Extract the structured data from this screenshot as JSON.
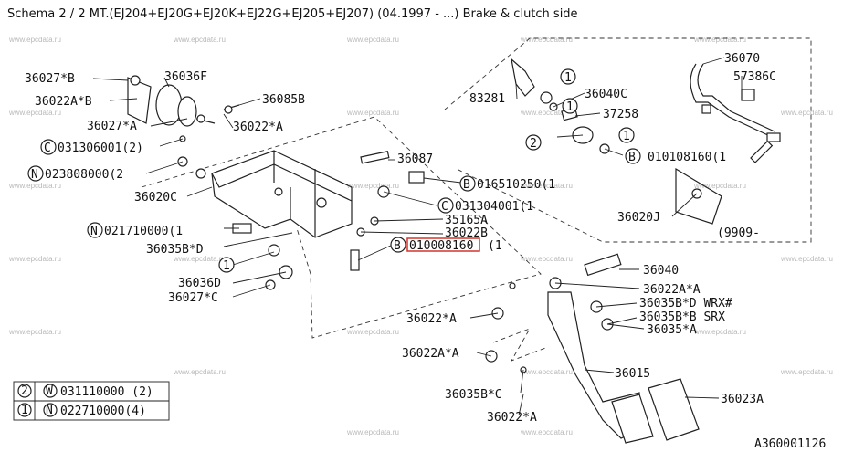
{
  "title": "Schema 2 / 2 MT.(EJ204+EJ20G+EJ20K+EJ22G+EJ205+EJ207) (04.1997 - ...) Brake & clutch side",
  "watermark": "www.epcdata.ru",
  "labels": {
    "l36027B": "36027*B",
    "l36036F": "36036F",
    "l36022AB": "36022A*B",
    "l36085B": "36085B",
    "l36027A": "36027*A",
    "l36022A_top": "36022*A",
    "l031306001": "031306001(2)",
    "l023808000": "023808000(2",
    "l36087": "36087",
    "l016510250": "016510250(1",
    "l36020C": "36020C",
    "l031304001": "031304001(1",
    "l021710000": "021710000(1",
    "l35165A": "35165A",
    "l36022B": "36022B",
    "l36035BD": "36035B*D",
    "l010008160": "010008160",
    "l010008160_q": "(1",
    "l36036D": "36036D",
    "l36027C": "36027*C",
    "l36040": "36040",
    "l36022AA_r": "36022A*A",
    "l36035BD_wrx": "36035B*D WRX#",
    "l36035BB_srx": "36035B*B SRX",
    "l36035A": "36035*A",
    "l36022A_mid": "36022*A",
    "l36022AA_mid": "36022A*A",
    "l36015": "36015",
    "l36035BC": "36035B*C",
    "l36023A": "36023A",
    "l36022A_bot": "36022*A",
    "l83281": "83281",
    "l36040C": "36040C",
    "l37258": "37258",
    "l010108160": "010108160(1",
    "l36020J": "36020J",
    "l9909": "(9909-",
    "l36070": "36070",
    "l57386C": "57386C",
    "figure_id": "A360001126"
  },
  "callouts": {
    "c1": "1",
    "c2": "2",
    "b": "B",
    "c": "C",
    "n": "N"
  },
  "legend": [
    {
      "index": "2",
      "prefix": "W",
      "text": "031110000 (2)"
    },
    {
      "index": "1",
      "prefix": "N",
      "text": "022710000(4)"
    }
  ],
  "highlight_color": "#d6342c"
}
